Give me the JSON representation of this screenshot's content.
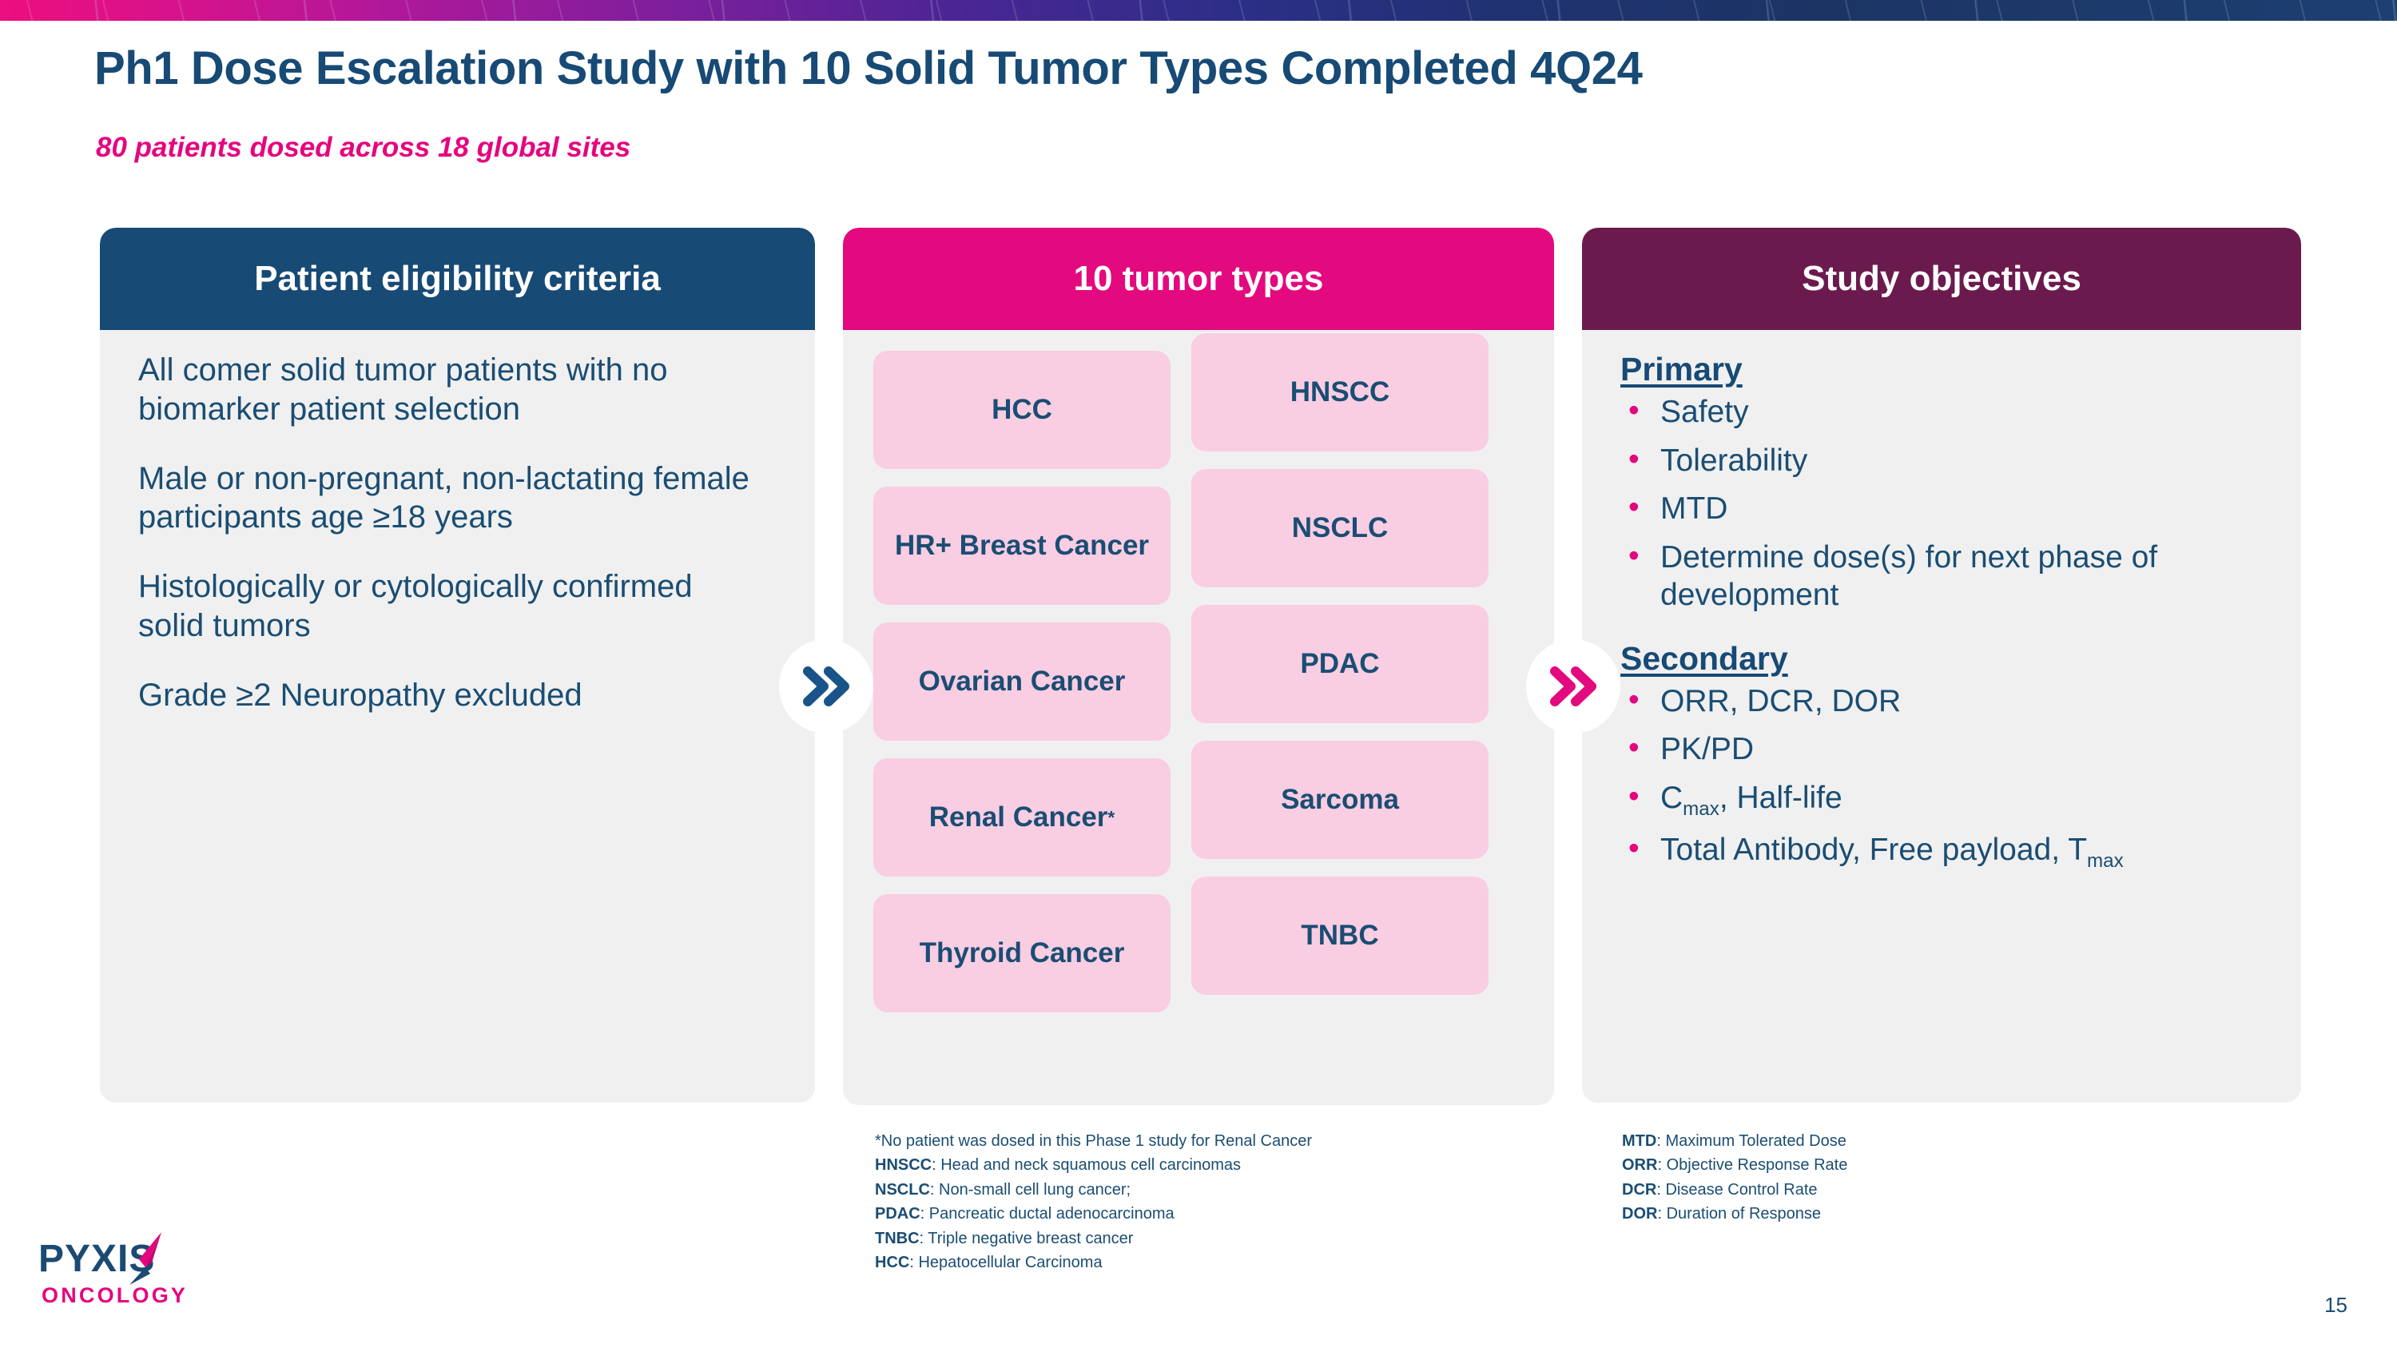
{
  "slide": {
    "title": "Ph1 Dose Escalation Study with 10 Solid Tumor Types Completed 4Q24",
    "subtitle": "80 patients dosed across 18 global sites",
    "page_number": "15"
  },
  "colors": {
    "navy": "#174a75",
    "navy_text": "#1a4d73",
    "magenta": "#e3097e",
    "pink_accent": "#e5057e",
    "plum": "#6b1a4e",
    "pink_box": "#f9cde2",
    "panel_bg": "#f0f0f0"
  },
  "panels": {
    "eligibility": {
      "header": "Patient eligibility criteria",
      "items": [
        "All comer solid tumor patients with no biomarker patient selection",
        "Male or non-pregnant, non-lactating female participants age ≥18 years",
        "Histologically or cytologically confirmed solid tumors",
        "Grade ≥2 Neuropathy excluded"
      ]
    },
    "tumors": {
      "header": "10 tumor types",
      "left_column": [
        {
          "label": "HCC",
          "footnote_marker": ""
        },
        {
          "label": "HR+ Breast Cancer",
          "footnote_marker": ""
        },
        {
          "label": "Ovarian Cancer",
          "footnote_marker": ""
        },
        {
          "label": "Renal Cancer",
          "footnote_marker": "*"
        },
        {
          "label": "Thyroid Cancer",
          "footnote_marker": ""
        }
      ],
      "right_column": [
        {
          "label": "HNSCC",
          "footnote_marker": ""
        },
        {
          "label": "NSCLC",
          "footnote_marker": ""
        },
        {
          "label": "PDAC",
          "footnote_marker": ""
        },
        {
          "label": "Sarcoma",
          "footnote_marker": ""
        },
        {
          "label": "TNBC",
          "footnote_marker": ""
        }
      ]
    },
    "objectives": {
      "header": "Study objectives",
      "primary_heading": "Primary",
      "primary_items": [
        "Safety",
        "Tolerability",
        "MTD",
        "Determine dose(s) for next phase of development"
      ],
      "secondary_heading": "Secondary",
      "secondary_items": [
        {
          "text": "ORR, DCR, DOR"
        },
        {
          "text": "PK/PD"
        },
        {
          "text": "C",
          "sub": "max",
          "tail": ", Half-life"
        },
        {
          "text": "Total Antibody, Free payload, T",
          "sub": "max",
          "tail": ""
        }
      ]
    }
  },
  "footnotes": {
    "tumors": [
      {
        "key": "",
        "text": "*No patient was dosed in this Phase 1 study for Renal Cancer"
      },
      {
        "key": "HNSCC",
        "text": ": Head and neck squamous cell carcinomas"
      },
      {
        "key": "NSCLC",
        "text": ": Non-small cell lung cancer;"
      },
      {
        "key": "PDAC",
        "text": ": Pancreatic ductal adenocarcinoma"
      },
      {
        "key": "TNBC",
        "text": ": Triple negative breast cancer"
      },
      {
        "key": "HCC",
        "text": ": Hepatocellular Carcinoma"
      }
    ],
    "objectives": [
      {
        "key": "MTD",
        "text": ": Maximum Tolerated Dose"
      },
      {
        "key": "ORR",
        "text": ": Objective Response Rate"
      },
      {
        "key": "DCR",
        "text": ": Disease Control Rate"
      },
      {
        "key": "DOR",
        "text": ": Duration of Response"
      }
    ]
  },
  "logo": {
    "word": "PYXIS",
    "sub": "ONCOLOGY"
  }
}
